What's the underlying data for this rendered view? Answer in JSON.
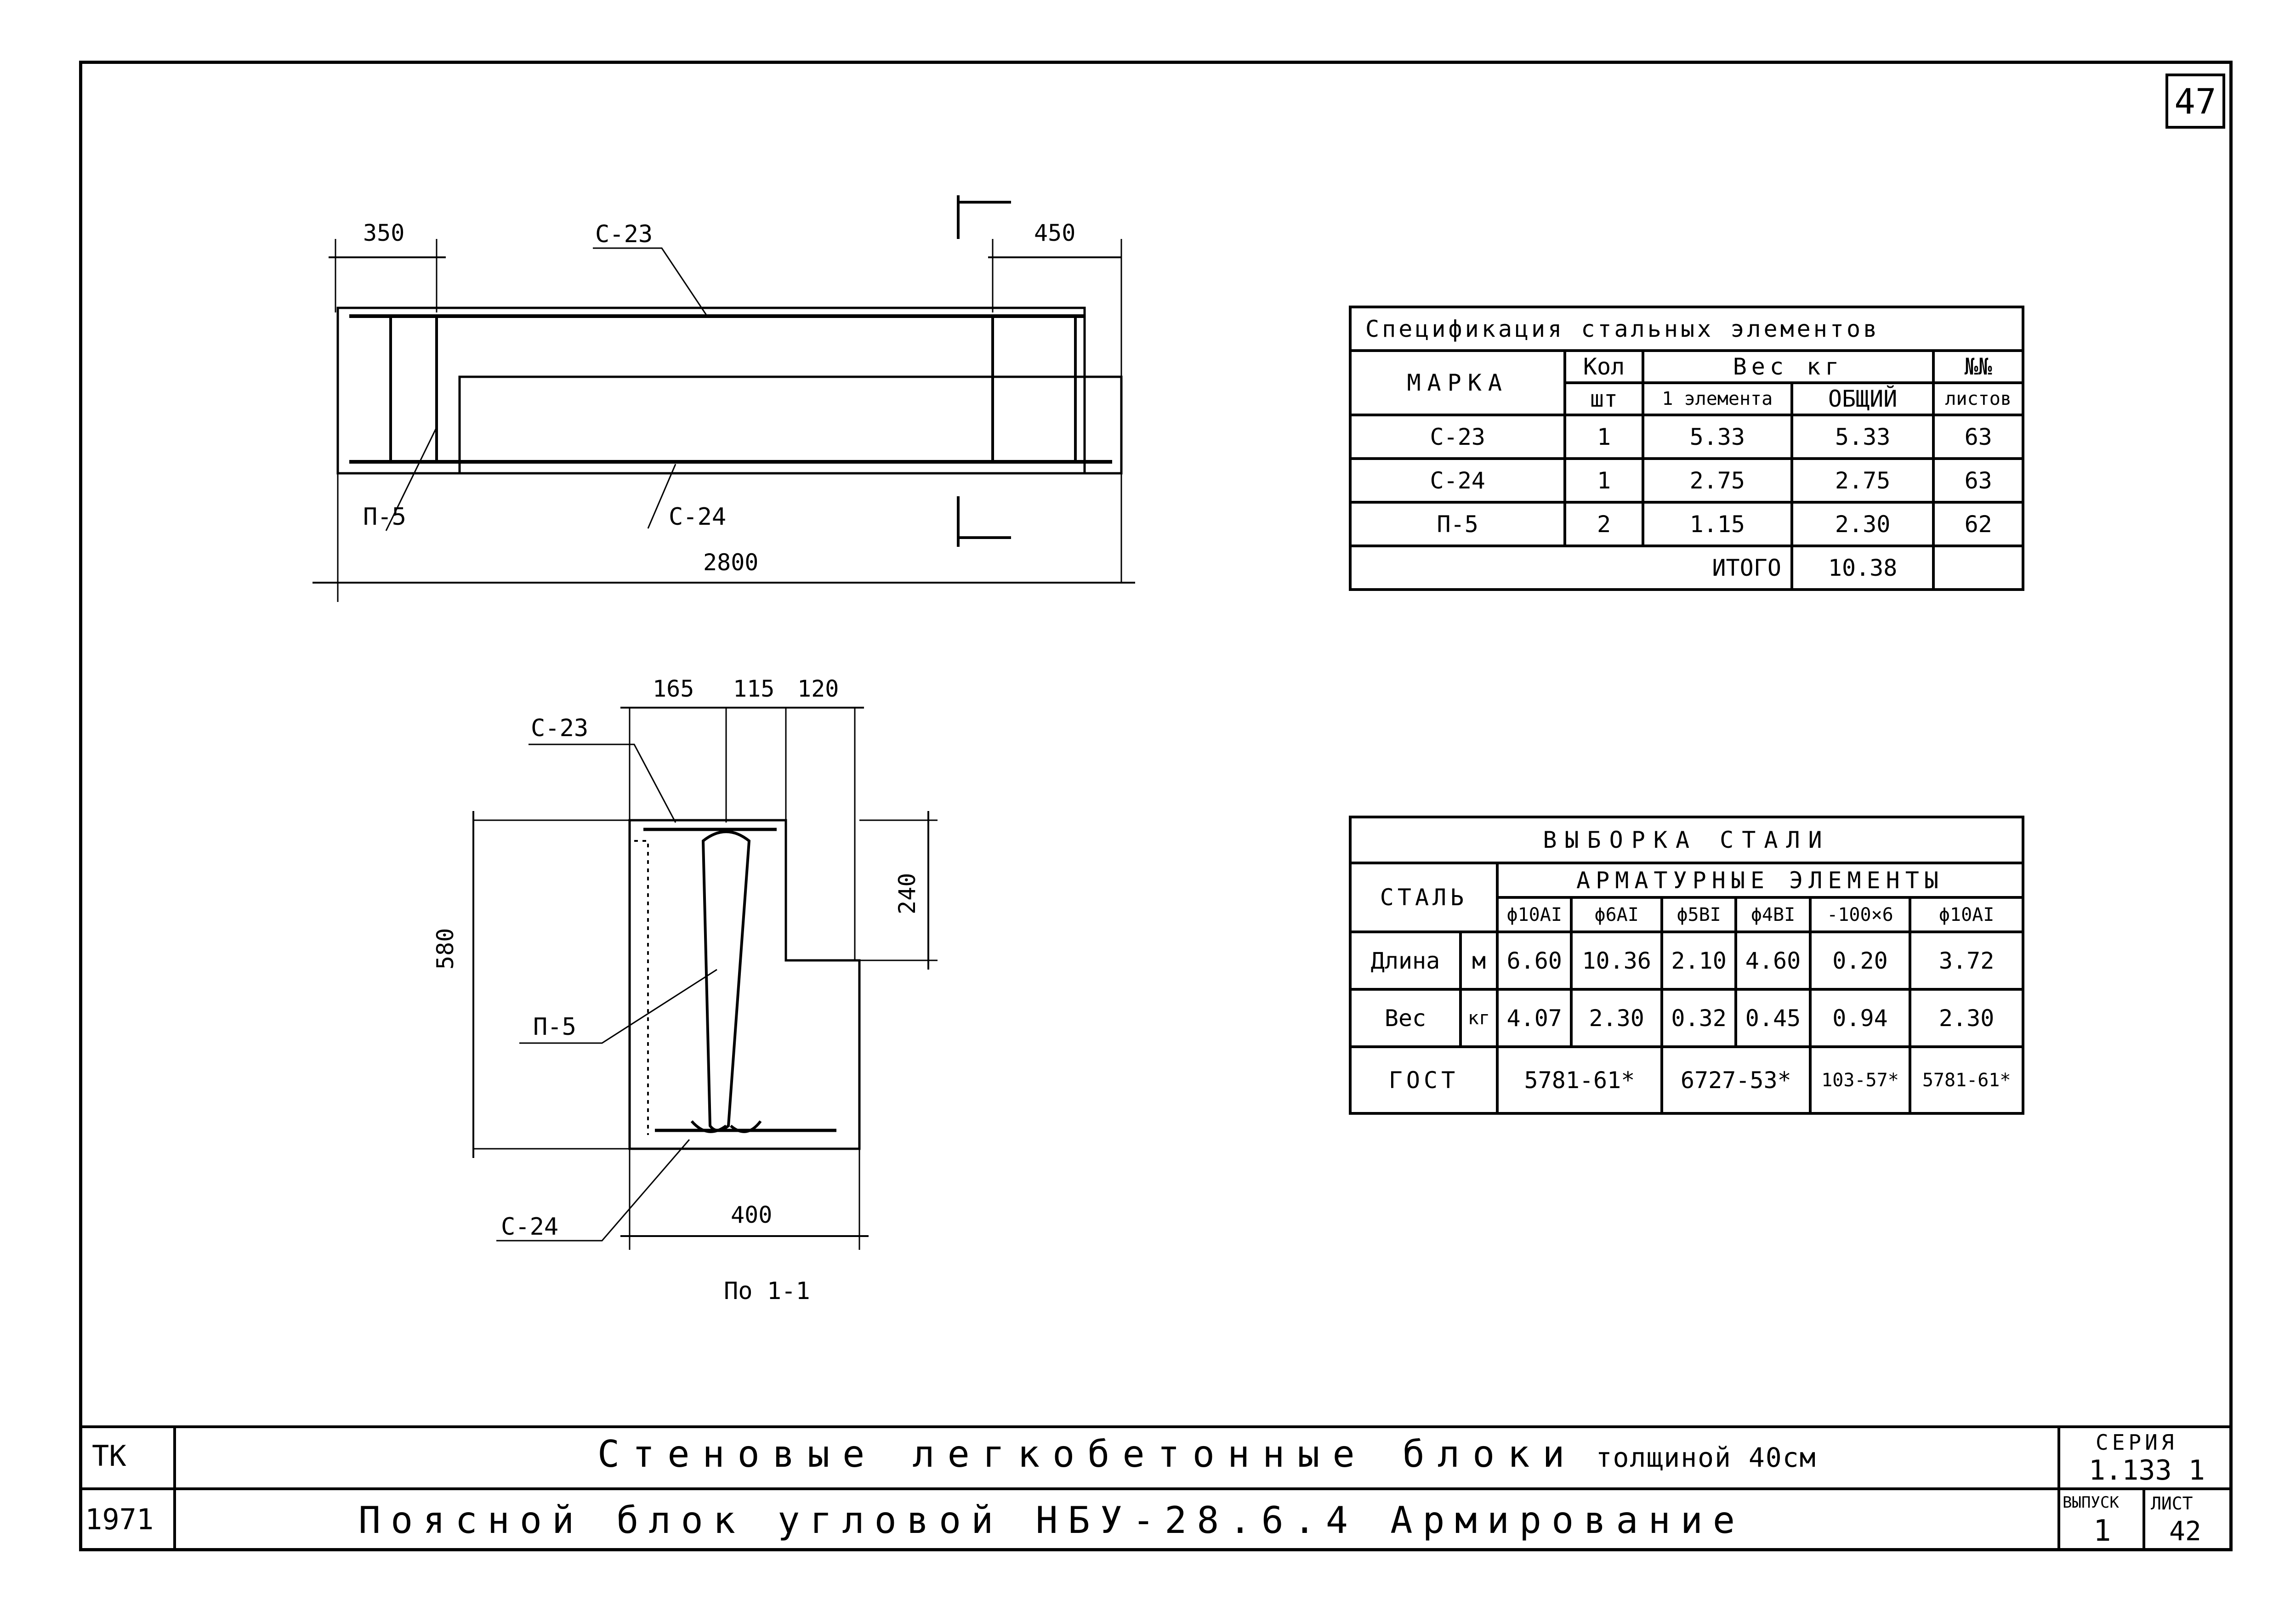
{
  "sheet": {
    "page_number": "47",
    "org": "ТК",
    "year": "1971",
    "title_main": "Стеновые легкобетонные блоки",
    "title_thickness": "толщиной 40см",
    "subtitle": "Поясной блок угловой НБУ-28.6.4 Армирование",
    "series_label": "СЕРИЯ",
    "series_value": "1.133 1",
    "issue_label": "ВЫПУСК",
    "issue_value": "1",
    "sheet_label": "ЛИСТ",
    "sheet_value": "42"
  },
  "elevation": {
    "dims": {
      "left": "350",
      "right": "450",
      "total": "2800"
    },
    "labels": {
      "top_mesh": "С-23",
      "bottom_mesh": "С-24",
      "frame": "П-5"
    }
  },
  "section": {
    "dims": {
      "d165": "165",
      "d115": "115",
      "d120": "120",
      "height": "580",
      "h240": "240",
      "width": "400"
    },
    "labels": {
      "top_mesh": "С-23",
      "frame": "П-5",
      "bottom_mesh": "С-24"
    },
    "caption": "По 1-1"
  },
  "spec_table": {
    "title": "Спецификация стальных элементов",
    "headers": {
      "mark": "МАРКА",
      "qty": "Кол",
      "qty_unit": "шт",
      "weight": "Вес кг",
      "weight_one": "1 элемента",
      "weight_total": "ОБЩИЙ",
      "sheets": "№№",
      "sheets2": "листов"
    },
    "rows": [
      {
        "mark": "С-23",
        "qty": "1",
        "one": "5.33",
        "total": "5.33",
        "sheet": "63"
      },
      {
        "mark": "С-24",
        "qty": "1",
        "one": "2.75",
        "total": "2.75",
        "sheet": "63"
      },
      {
        "mark": "П-5",
        "qty": "2",
        "one": "1.15",
        "total": "2.30",
        "sheet": "62"
      }
    ],
    "total_label": "ИТОГО",
    "total_value": "10.38"
  },
  "steel_table": {
    "title": "ВЫБОРКА СТАЛИ",
    "steel_label": "СТАЛЬ",
    "group_label": "АРМАТУРНЫЕ ЭЛЕМЕНТЫ",
    "columns": [
      "ϕ10АI",
      "ϕ6АI",
      "ϕ5ВI",
      "ϕ4ВI",
      "-100×6",
      "ϕ10АI"
    ],
    "length_label": "Длина",
    "length_unit": "м",
    "lengths": [
      "6.60",
      "10.36",
      "2.10",
      "4.60",
      "0.20",
      "3.72"
    ],
    "weight_label": "Вес",
    "weight_unit": "кг",
    "weights": [
      "4.07",
      "2.30",
      "0.32",
      "0.45",
      "0.94",
      "2.30"
    ],
    "gost_label": "ГОСТ",
    "gost": [
      "5781-61*",
      "6727-53*",
      "103-57*",
      "5781-61*"
    ]
  }
}
